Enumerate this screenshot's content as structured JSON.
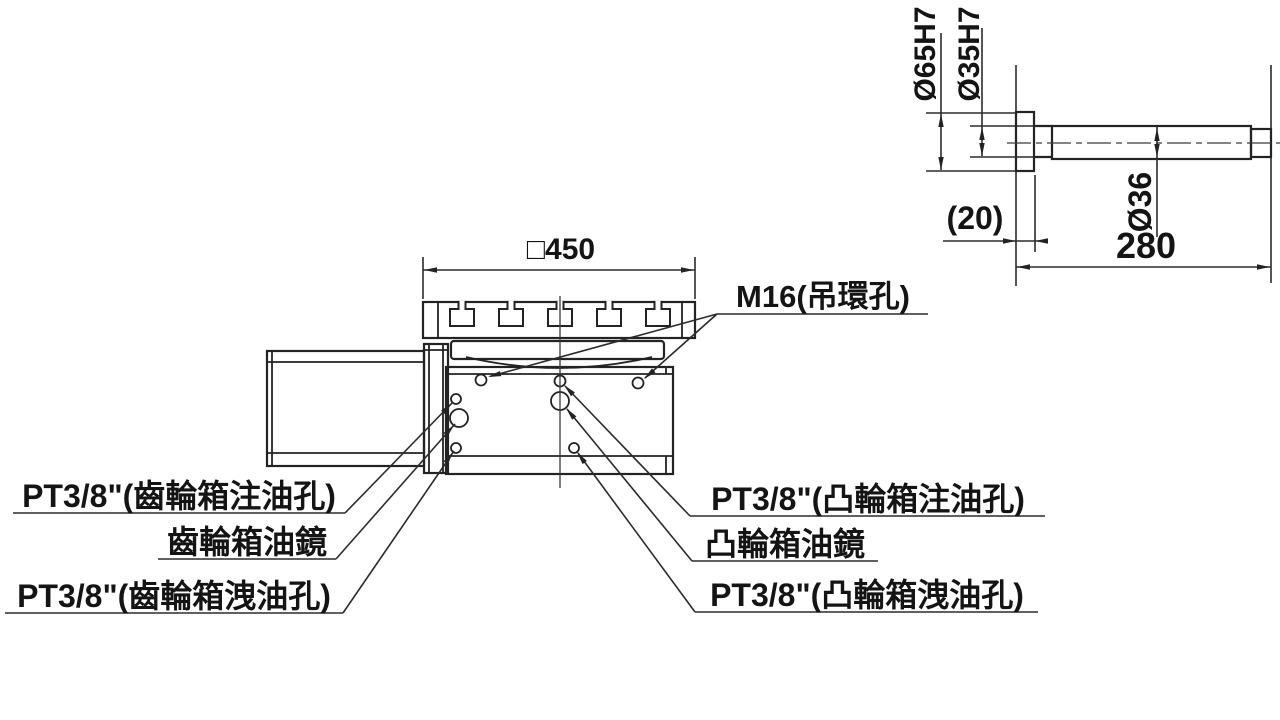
{
  "drawing": {
    "colors": {
      "line": "#232323",
      "background": "#ffffff"
    },
    "main_view": {
      "table_dim": "□450",
      "callouts": [
        {
          "id": "m16-lifting-holes",
          "label": "M16(吊環孔)"
        },
        {
          "id": "gear-box-fill-port",
          "label": "PT3/8\"(齒輪箱注油孔)"
        },
        {
          "id": "gear-box-sight-glass",
          "label": "齒輪箱油鏡"
        },
        {
          "id": "gear-box-drain-port",
          "label": "PT3/8\"(齒輪箱洩油孔)"
        },
        {
          "id": "cam-box-fill-port",
          "label": "PT3/8\"(凸輪箱注油孔)"
        },
        {
          "id": "cam-box-sight-glass",
          "label": "凸輪箱油鏡"
        },
        {
          "id": "cam-box-drain-port",
          "label": "PT3/8\"(凸輪箱洩油孔)"
        }
      ]
    },
    "shaft_view": {
      "dims": {
        "flange_bore": "Ø65H7",
        "pilot_bore": "Ø35H7",
        "shaft_dia": "Ø36",
        "flange_width": "(20)",
        "shaft_length": "280"
      }
    }
  }
}
